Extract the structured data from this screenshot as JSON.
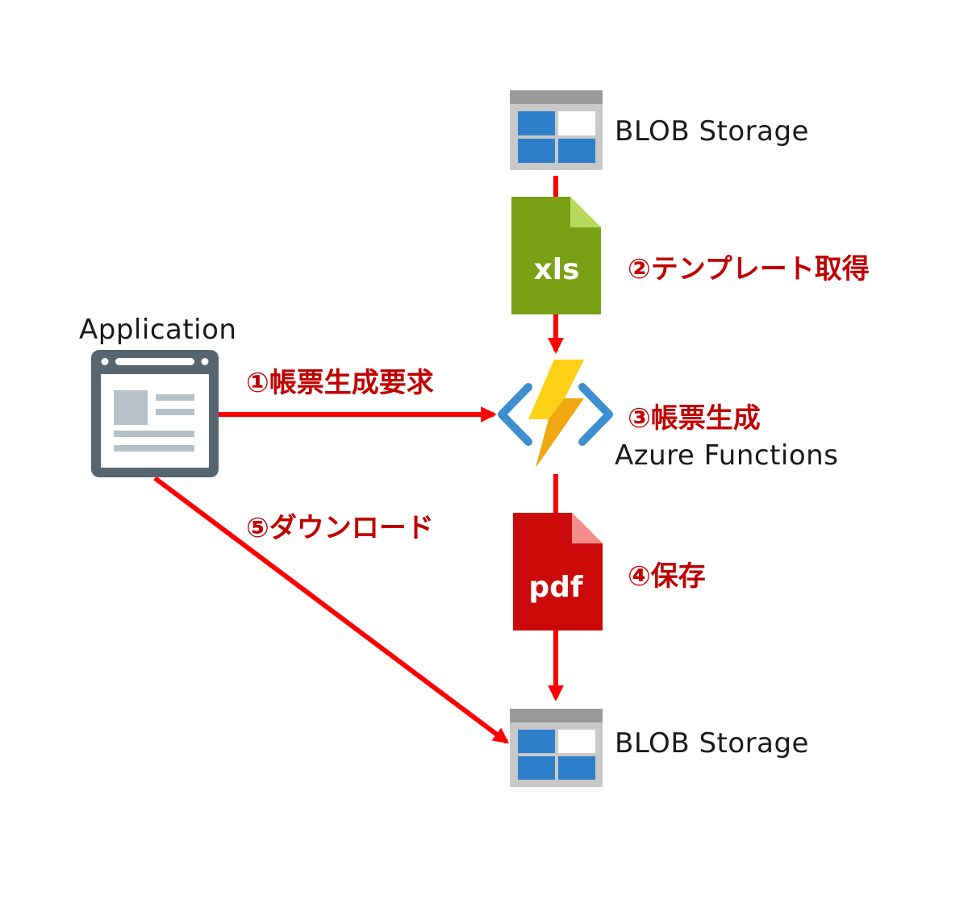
{
  "nodes": {
    "blob_top": {
      "label": "BLOB Storage"
    },
    "blob_bottom": {
      "label": "BLOB Storage"
    },
    "application": {
      "label": "Application"
    },
    "functions": {
      "label": "Azure Functions"
    }
  },
  "files": {
    "xls": {
      "label": "xls",
      "color": "#7aa115",
      "fold_color": "#b5d95a"
    },
    "pdf": {
      "label": "pdf",
      "color": "#cc0a0a",
      "fold_color": "#f58c8c"
    }
  },
  "steps": {
    "step1": "①帳票生成要求",
    "step2": "②テンプレート取得",
    "step3": "③帳票生成",
    "step4": "④保存",
    "step5": "⑤ダウンロード"
  },
  "colors": {
    "arrow": "#ff0000",
    "step_text": "#c00000",
    "storage_header": "#9a9a9a",
    "storage_body": "#c8c8c8",
    "storage_cell": "#2e7fc9",
    "app_frame": "#566570",
    "app_content": "#b6c0c7",
    "functions_bolt": "#fcd116",
    "functions_brackets": "#3e8fd0"
  }
}
